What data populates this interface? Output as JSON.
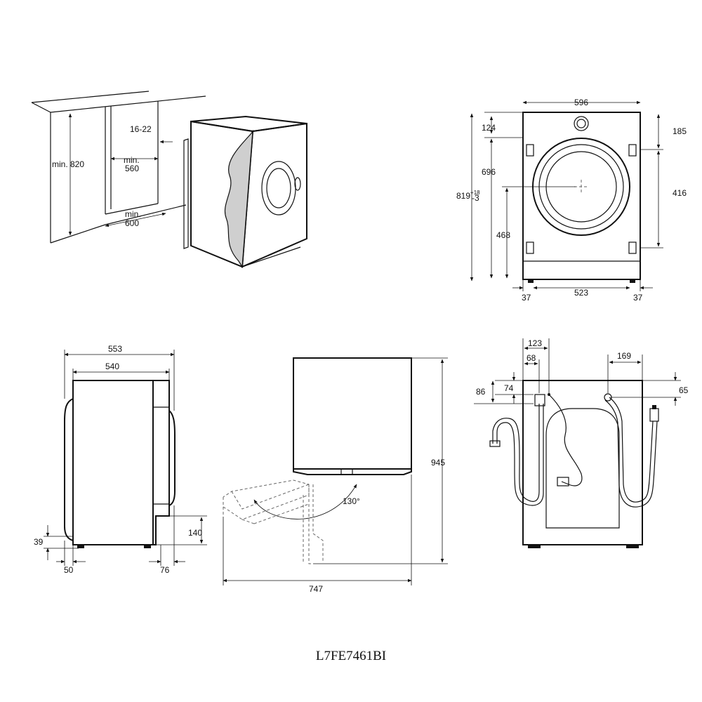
{
  "install_view": {
    "height_min": "min. 820",
    "gap": "16-22",
    "depth_min_label": "min.",
    "depth_min_value": "560",
    "width_min_label": "min.",
    "width_min_value": "600"
  },
  "front_view": {
    "width": "596",
    "top_offset": "124",
    "height_696": "696",
    "height_total": "819",
    "tol_plus": "+18",
    "tol_minus": "-3",
    "height_468": "468",
    "top_right": "185",
    "right_416": "416",
    "foot_left": "37",
    "feet_span": "523",
    "foot_right": "37"
  },
  "side_view": {
    "depth_553": "553",
    "depth_540": "540",
    "height_39": "39",
    "height_140": "140",
    "front_50": "50",
    "back_76": "76"
  },
  "door_view": {
    "height_945": "945",
    "angle": "130°",
    "depth_747": "747"
  },
  "rear_view": {
    "dim_123": "123",
    "dim_68": "68",
    "dim_169": "169",
    "dim_86": "86",
    "dim_74": "74",
    "dim_65": "65"
  },
  "model": "L7FE7461BI"
}
